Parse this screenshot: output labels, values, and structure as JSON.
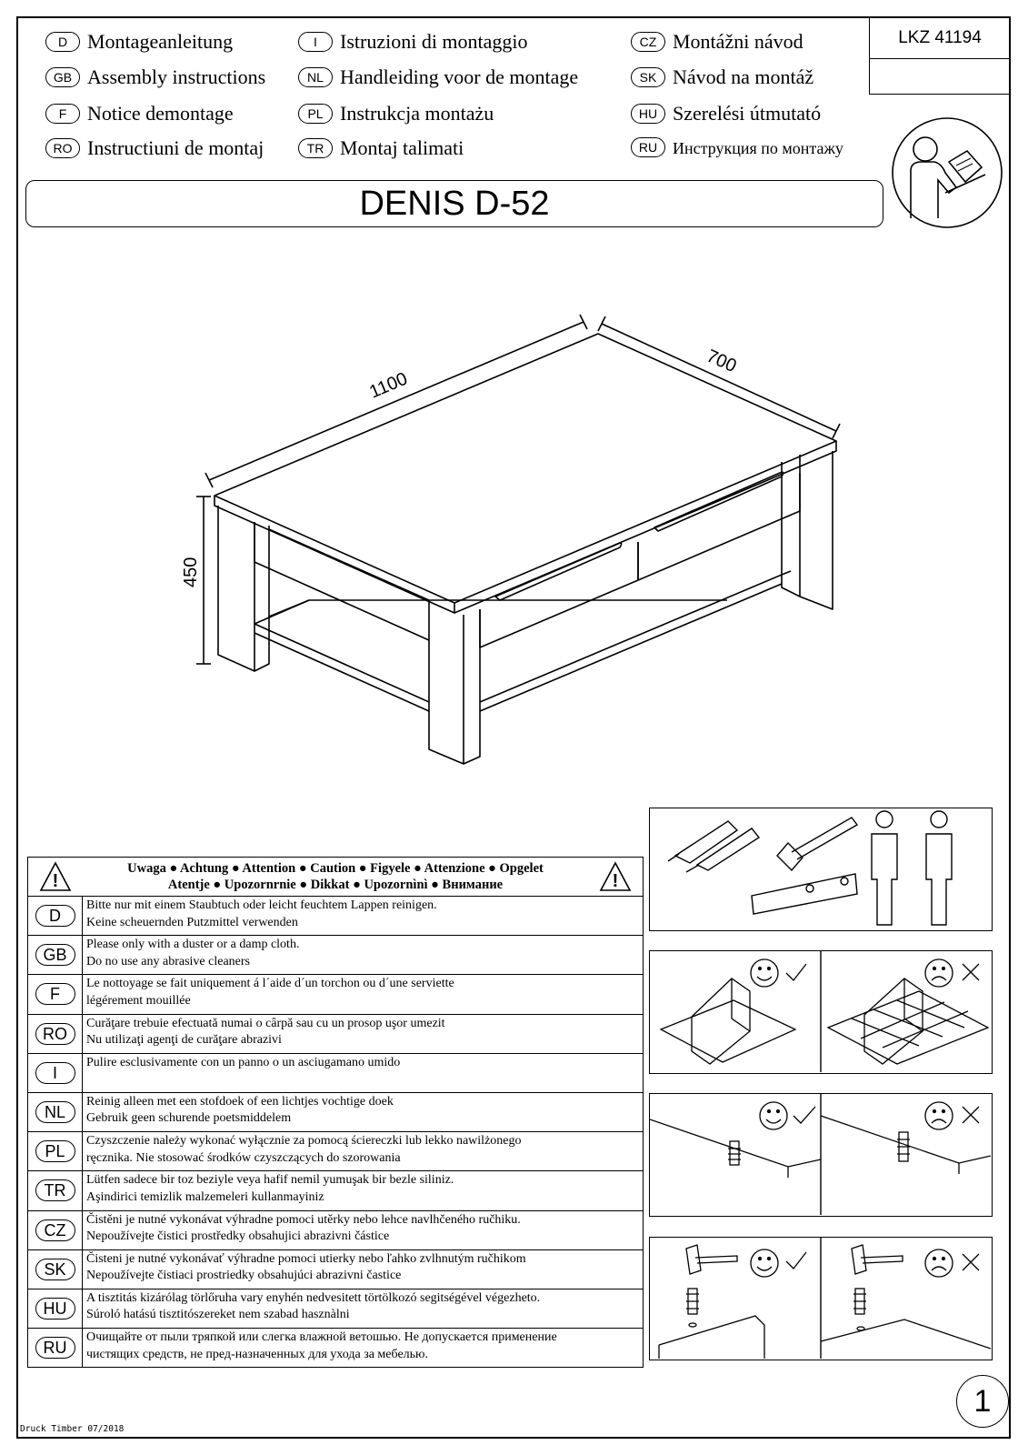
{
  "doc": {
    "product_code": "LKZ 41194",
    "title": "DENIS D-52",
    "page_number": "1",
    "footer": "Druck Timber 07/2018"
  },
  "languages": [
    {
      "code": "D",
      "label": "Montageanleitung"
    },
    {
      "code": "GB",
      "label": "Assembly instructions"
    },
    {
      "code": "F",
      "label": "Notice demontage"
    },
    {
      "code": "RO",
      "label": "Instructiuni de montaj"
    },
    {
      "code": "I",
      "label": "Istruzioni di montaggio"
    },
    {
      "code": "NL",
      "label": "Handleiding voor de montage"
    },
    {
      "code": "PL",
      "label": "Instrukcja montażu"
    },
    {
      "code": "TR",
      "label": "Montaj talimati"
    },
    {
      "code": "CZ",
      "label": "Montážni návod"
    },
    {
      "code": "SK",
      "label": "Návod na montáž"
    },
    {
      "code": "HU",
      "label": "Szerelési útmutató"
    },
    {
      "code": "RU",
      "label": "Инструкция по монтажу"
    }
  ],
  "dimensions": {
    "length": "1100",
    "width": "700",
    "height": "450"
  },
  "warning": {
    "header_line1": "Uwaga ● Achtung ● Attention ● Caution ● Figyele ● Attenzione ● Opgelet",
    "header_line2": "Atentje ● Upozornrnie ● Dikkat ● Upozornìnì ● Внимание",
    "rows": [
      {
        "code": "D",
        "lines": [
          "Bitte nur mit einem Staubtuch oder leicht feuchtem Lappen reinigen.",
          "Keine scheuernden Putzmittel verwenden"
        ]
      },
      {
        "code": "GB",
        "lines": [
          "Please only with a duster or a damp cloth.",
          "Do no use any abrasive cleaners"
        ]
      },
      {
        "code": "F",
        "lines": [
          "Le nottoyage se fait uniquement á l´aide d´un torchon ou d´une serviette",
          "légérement mouillée"
        ]
      },
      {
        "code": "RO",
        "lines": [
          "Curăţare trebuie efectuată numai o cârpă sau cu un prosop uşor umezit",
          "Nu utilizaţi agenţi de curăţare abrazivi"
        ]
      },
      {
        "code": "I",
        "lines": [
          "Pulire esclusivamente con un panno o un asciugamano umido"
        ]
      },
      {
        "code": "NL",
        "lines": [
          "Reinig alleen met een stofdoek of een lichtjes vochtige doek",
          "Gebruik geen schurende poetsmiddelem"
        ]
      },
      {
        "code": "PL",
        "lines": [
          "Czyszczenie należy wykonać wyłącznie za pomocą ściereczki lub lekko nawilżonego",
          "ręcznika. Nie stosować środków czyszczących do szorowania"
        ]
      },
      {
        "code": "TR",
        "lines": [
          "Lütfen sadece bir toz beziyle veya hafif nemil yumuşak bir bezle siliniz.",
          "Aşindirici temizlik malzemeleri kullanmayiniz"
        ]
      },
      {
        "code": "CZ",
        "lines": [
          "Čistěni je nutné vykonávat výhradne pomoci utěrky nebo lehce navlhčeného ručhiku.",
          "Nepoužívejte čistici prostředky obsahujici abrazivni částice"
        ]
      },
      {
        "code": "SK",
        "lines": [
          "Čisteni je nutné vykonávať výhradne pomoci utierky nebo ľahko zvlhnutým ručhikom",
          "Nepoužívejte čistiaci prostriedky obsahujúci abrazivni častice"
        ]
      },
      {
        "code": "HU",
        "lines": [
          "A tisztitás kizárólag törlőruha vary enyhén nedvesitett törtölkozó segitségével végezheto.",
          "Súroló hatású tisztitószereket nem szabad hasznàlni"
        ]
      },
      {
        "code": "RU",
        "lines": [
          "Очищайте от пыли тряпкой или слегка влажной ветошью. Не допускается применение",
          "чистящих средств, не пред-назначенных для ухода за мебелью."
        ]
      }
    ]
  }
}
